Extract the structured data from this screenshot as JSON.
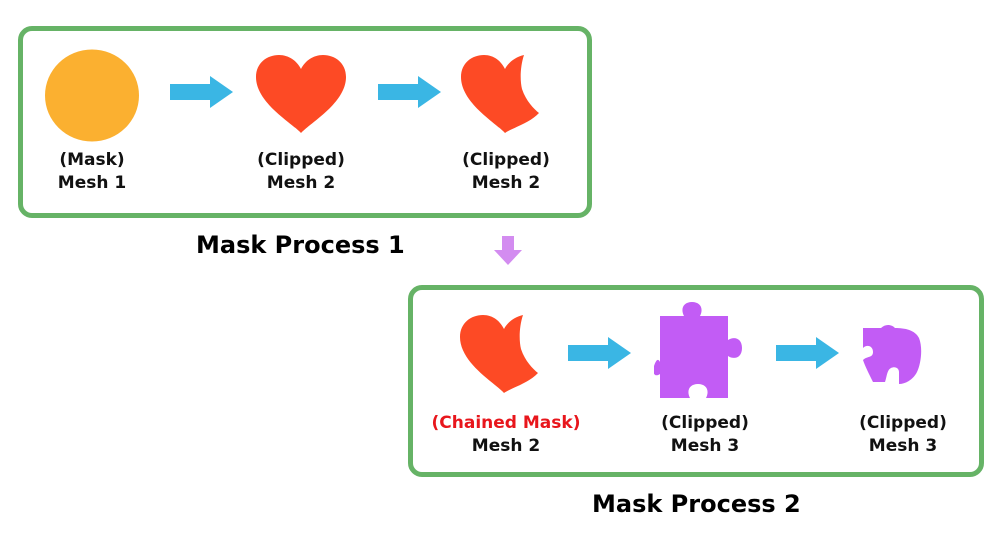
{
  "process1": {
    "caption": "Mask Process 1",
    "items": [
      {
        "role": "(Mask)",
        "name": "Mesh 1",
        "shape": "circle",
        "color": "#fbb030"
      },
      {
        "role": "(Clipped)",
        "name": "Mesh 2",
        "shape": "heart",
        "color": "#fd4a25"
      },
      {
        "role": "(Clipped)",
        "name": "Mesh 2",
        "shape": "clipped-heart",
        "color": "#fd4a25"
      }
    ]
  },
  "process2": {
    "caption": "Mask Process 2",
    "items": [
      {
        "role": "(Chained Mask)",
        "name": "Mesh 2",
        "shape": "clipped-heart",
        "color": "#fd4a25",
        "role_color": "#e8161c"
      },
      {
        "role": "(Clipped)",
        "name": "Mesh 3",
        "shape": "puzzle-piece",
        "color": "#c25cf5"
      },
      {
        "role": "(Clipped)",
        "name": "Mesh 3",
        "shape": "clipped-puzzle-piece",
        "color": "#c25cf5"
      }
    ]
  },
  "colors": {
    "panel_border": "#66b366",
    "step_arrow": "#3ab6e4",
    "connector_arrow": "#d38cf0"
  }
}
